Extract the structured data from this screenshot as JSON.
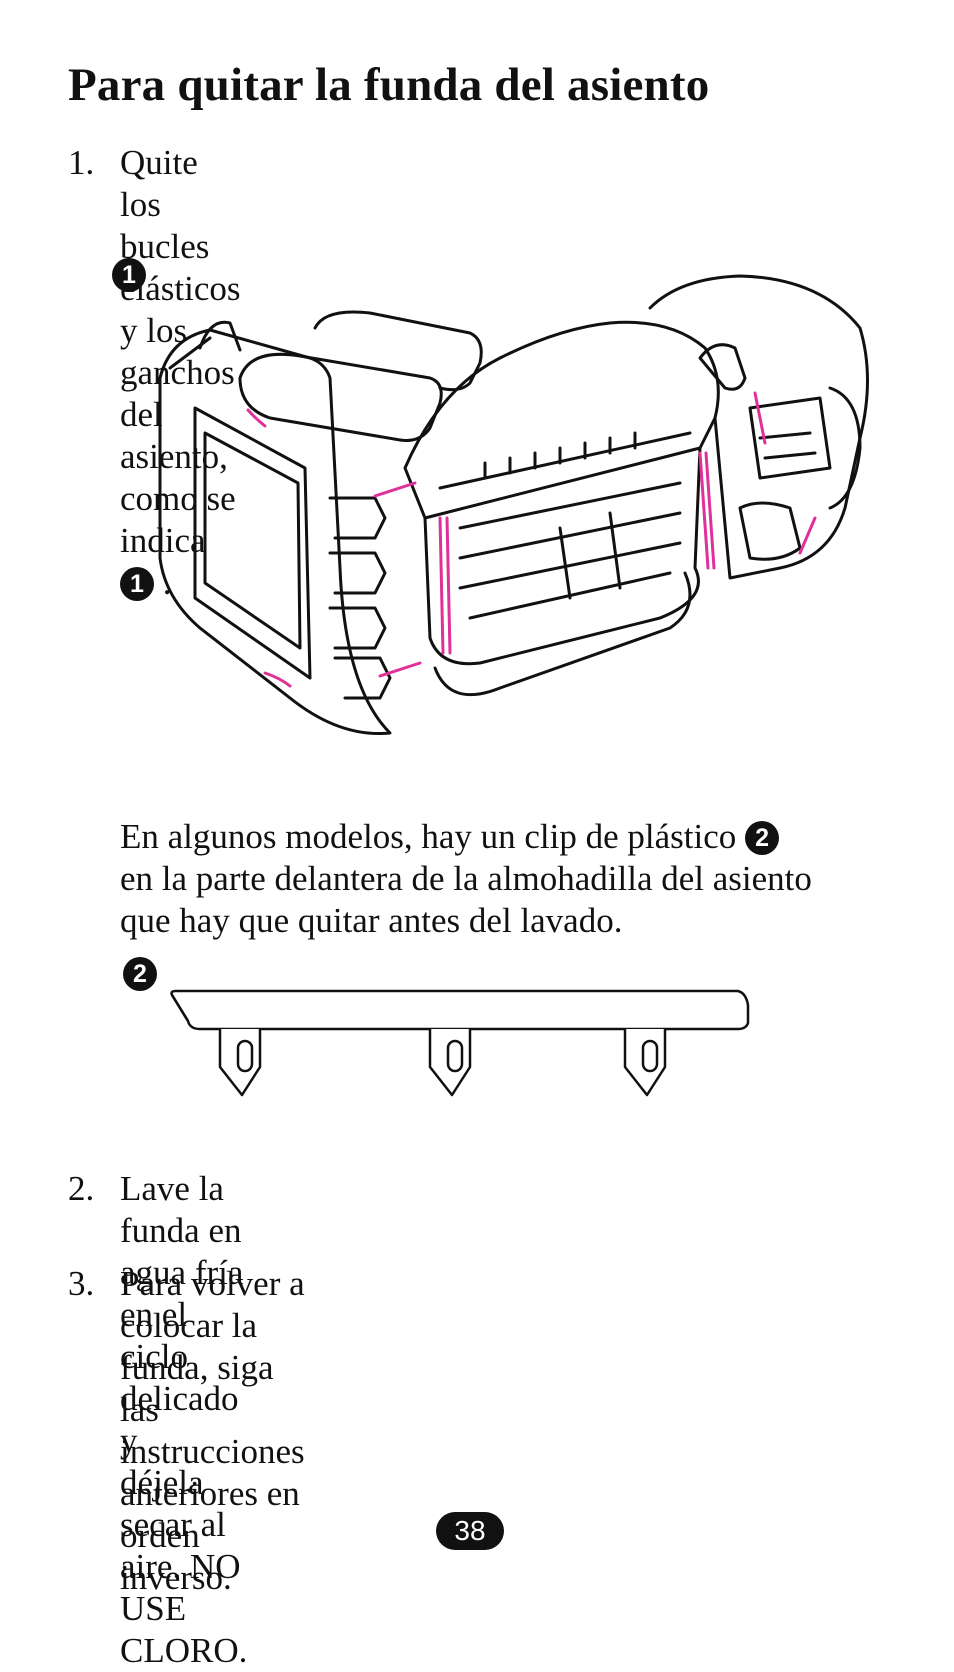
{
  "title": "Para quitar la funda del asiento",
  "steps": [
    {
      "num": "1.",
      "lines": [
        "Quite los bucles elásticos y los ganchos del",
        "asiento, como se indica"
      ],
      "suffix": "."
    },
    {
      "num": "2.",
      "lines": [
        "Lave la funda en agua fría en el ciclo delicado y",
        "déjela secar al aire. NO USE CLORO."
      ]
    },
    {
      "num": "3.",
      "lines": [
        "Para volver a colocar la funda, siga las",
        "instrucciones anteriores en orden inverso."
      ]
    }
  ],
  "note": {
    "lines": [
      "En algunos modelos, hay un clip de plástico",
      "en la parte delantera de la almohadilla del asiento",
      "que hay que quitar antes del lavado."
    ]
  },
  "badges": {
    "one": "1",
    "two": "2"
  },
  "page_number": "38",
  "colors": {
    "ink": "#111111",
    "loops": "#e0309a"
  }
}
